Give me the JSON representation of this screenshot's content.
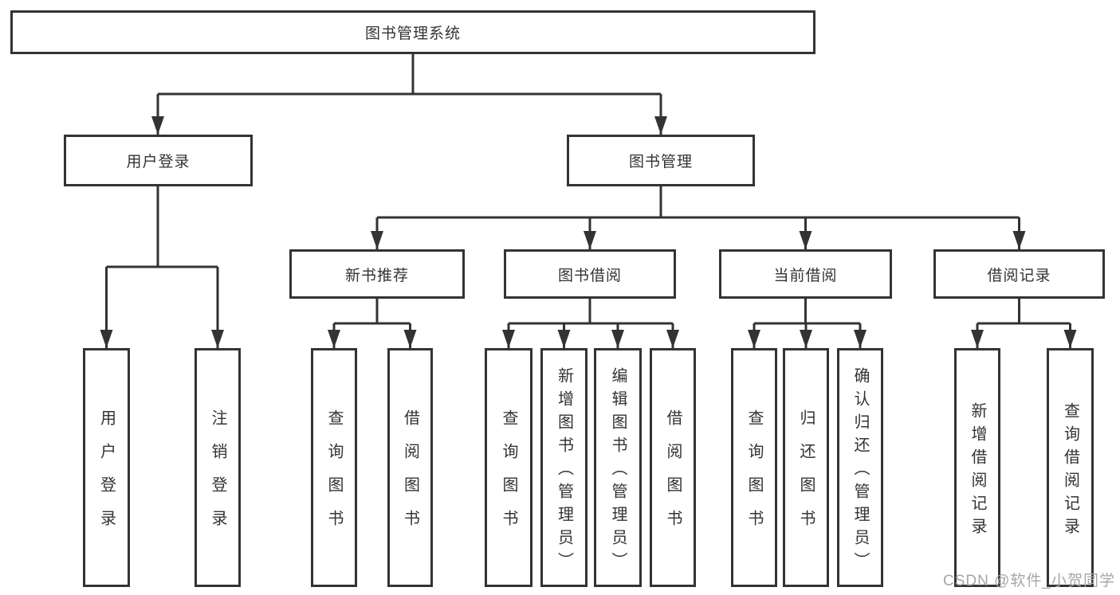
{
  "tree": {
    "label": "图书管理系统",
    "children": [
      {
        "label": "用户登录",
        "children": [
          {
            "label": "用户登录"
          },
          {
            "label": "注销登录"
          }
        ]
      },
      {
        "label": "图书管理",
        "children": [
          {
            "label": "新书推荐",
            "children": [
              {
                "label": "查询图书"
              },
              {
                "label": "借阅图书"
              }
            ]
          },
          {
            "label": "图书借阅",
            "children": [
              {
                "label": "查询图书"
              },
              {
                "label": "新增图书（管理员）"
              },
              {
                "label": "编辑图书（管理员）"
              },
              {
                "label": "借阅图书"
              }
            ]
          },
          {
            "label": "当前借阅",
            "children": [
              {
                "label": "查询图书"
              },
              {
                "label": "归还图书"
              },
              {
                "label": "确认归还（管理员）"
              }
            ]
          },
          {
            "label": "借阅记录",
            "children": [
              {
                "label": "新增借阅记录"
              },
              {
                "label": "查询借阅记录"
              }
            ]
          }
        ]
      }
    ]
  },
  "watermark": {
    "text": "CSDN @软件_小贺同学"
  },
  "colors": {
    "line": "#333333",
    "text": "#333333",
    "background": "#ffffff"
  }
}
